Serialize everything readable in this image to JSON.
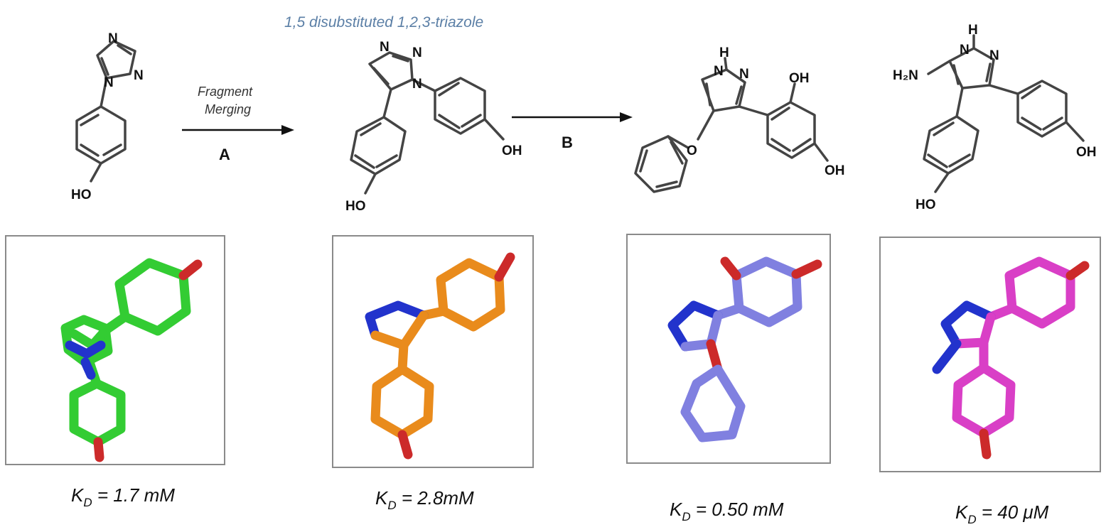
{
  "header": {
    "triazole_label": "1,5 disubstituted 1,2,3-triazole"
  },
  "arrows": {
    "a_caption_line1": "Fragment",
    "a_caption_line2": "Merging",
    "a_label": "A",
    "b_label": "B"
  },
  "atoms": {
    "N": "N",
    "H": "H",
    "OH": "OH",
    "HO": "HO",
    "O": "O",
    "H2N": "H₂N"
  },
  "affinities": [
    {
      "sym": "K",
      "sub": "D",
      "rest": " = 1.7 mM"
    },
    {
      "sym": "K",
      "sub": "D",
      "rest": " = 2.8mM"
    },
    {
      "sym": "K",
      "sub": "D",
      "rest": " = 0.50 mM"
    },
    {
      "sym": "K",
      "sub": "D",
      "rest": " = 40 μM"
    }
  ],
  "colors": {
    "compound1": "#33cc33",
    "compound2": "#e98b1c",
    "compound3": "#8080e0",
    "compound4": "#d93fc6",
    "nitrogen": "#2233cc",
    "oxygen": "#cc2a2a",
    "title": "#5b7fa6"
  }
}
